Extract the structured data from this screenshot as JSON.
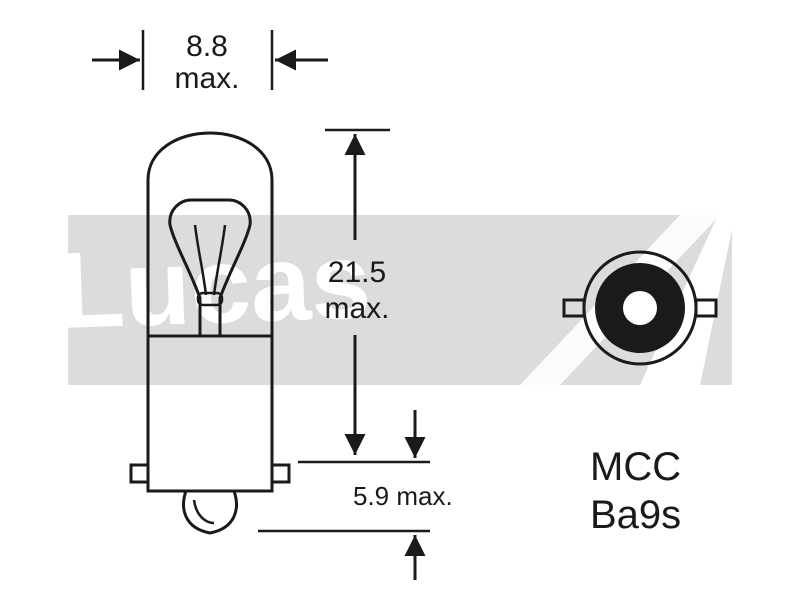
{
  "watermark": {
    "text": "Lucas"
  },
  "dimensions": {
    "width": {
      "value": "8.8",
      "qualifier": "max."
    },
    "height": {
      "value": "21.5",
      "qualifier": "max."
    },
    "base_offset": {
      "label": "5.9 max."
    }
  },
  "bulb_code": {
    "line1": "MCC",
    "line2": "Ba9s"
  },
  "colors": {
    "line": "#1a1a1a",
    "watermark_band": "#dcdcdc",
    "background": "#ffffff"
  }
}
